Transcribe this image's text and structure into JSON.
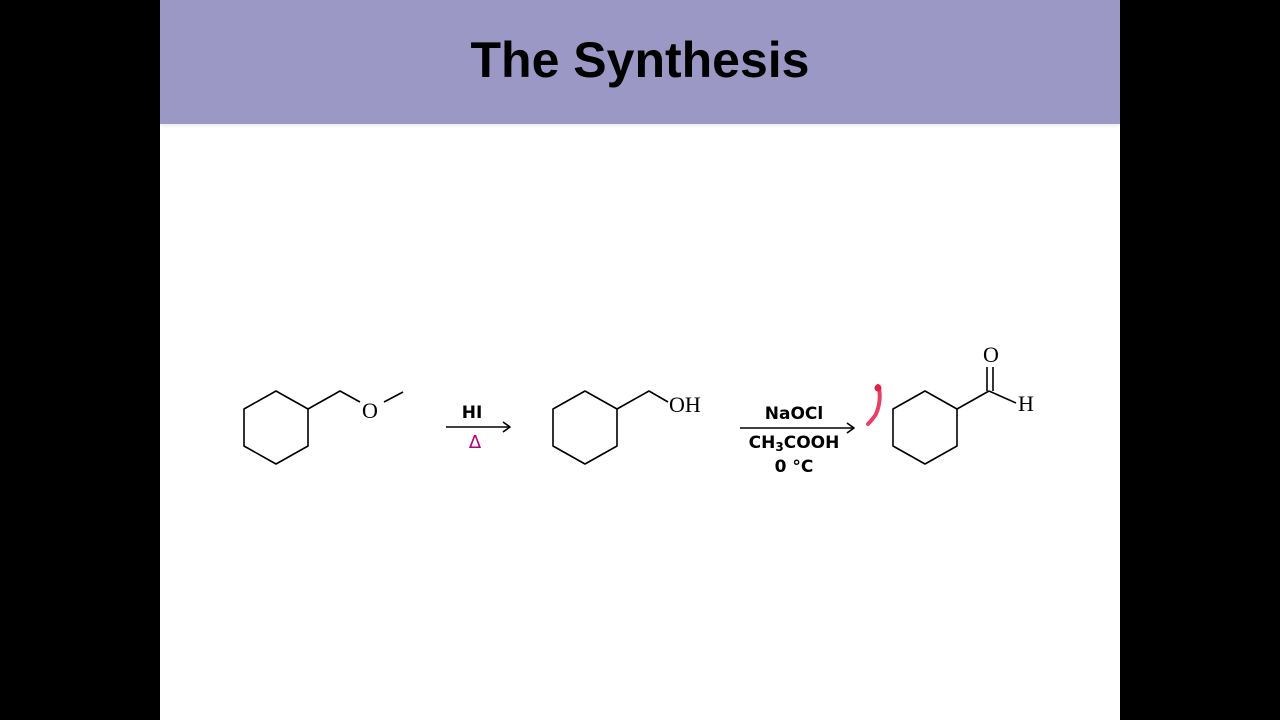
{
  "slide": {
    "title": "The Synthesis"
  },
  "scheme": {
    "compound1": {
      "oxygen_label": "O"
    },
    "step1": {
      "reagent": "HI",
      "condition": "Δ"
    },
    "compound2": {
      "hydroxyl_label": "OH"
    },
    "step2": {
      "reagent1": "NaOCl",
      "reagent2_prefix": "CH",
      "reagent2_subscript": "3",
      "reagent2_suffix": "COOH",
      "temperature": "0 °C"
    },
    "compound3": {
      "carbonyl_oxygen_label": "O",
      "aldehyde_hydrogen_label": "H"
    },
    "annotation_color": "#e0204a"
  },
  "colors": {
    "title_bar": "#9b98c6",
    "heat_symbol": "#b0007a",
    "background": "#000000"
  }
}
